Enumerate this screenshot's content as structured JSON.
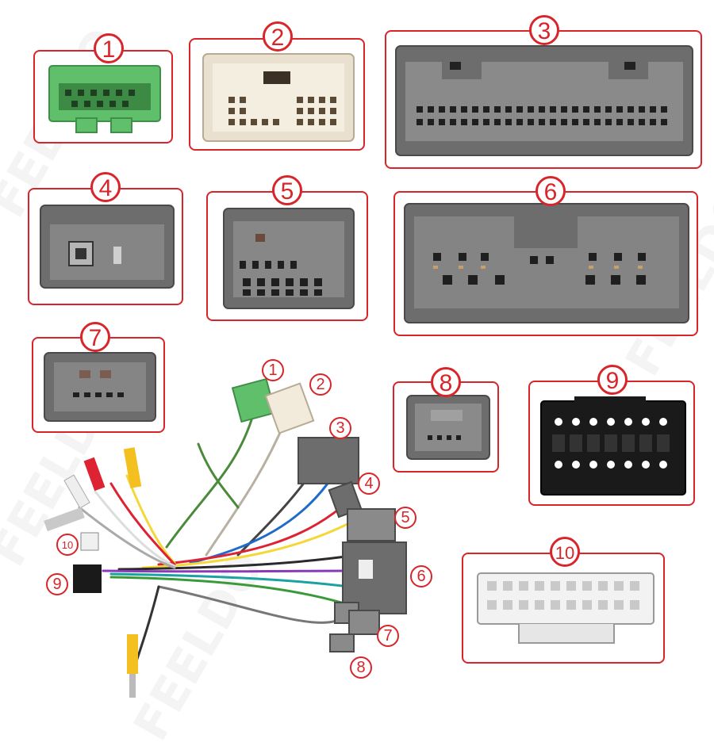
{
  "panels": [
    {
      "label": "1"
    },
    {
      "label": "2"
    },
    {
      "label": "3"
    },
    {
      "label": "4"
    },
    {
      "label": "5"
    },
    {
      "label": "6"
    },
    {
      "label": "7"
    },
    {
      "label": "8"
    },
    {
      "label": "9"
    },
    {
      "label": "10"
    }
  ],
  "harness_labels": [
    "1",
    "2",
    "3",
    "4",
    "5",
    "6",
    "7",
    "8",
    "9",
    "10"
  ],
  "watermark": "FEELDO",
  "colors": {
    "accent": "#d8252a",
    "gray_connector": "#6d6d6d",
    "green_connector": "#5fbf6a",
    "cream_connector": "#f2eadb",
    "black_connector": "#1a1a1a"
  }
}
